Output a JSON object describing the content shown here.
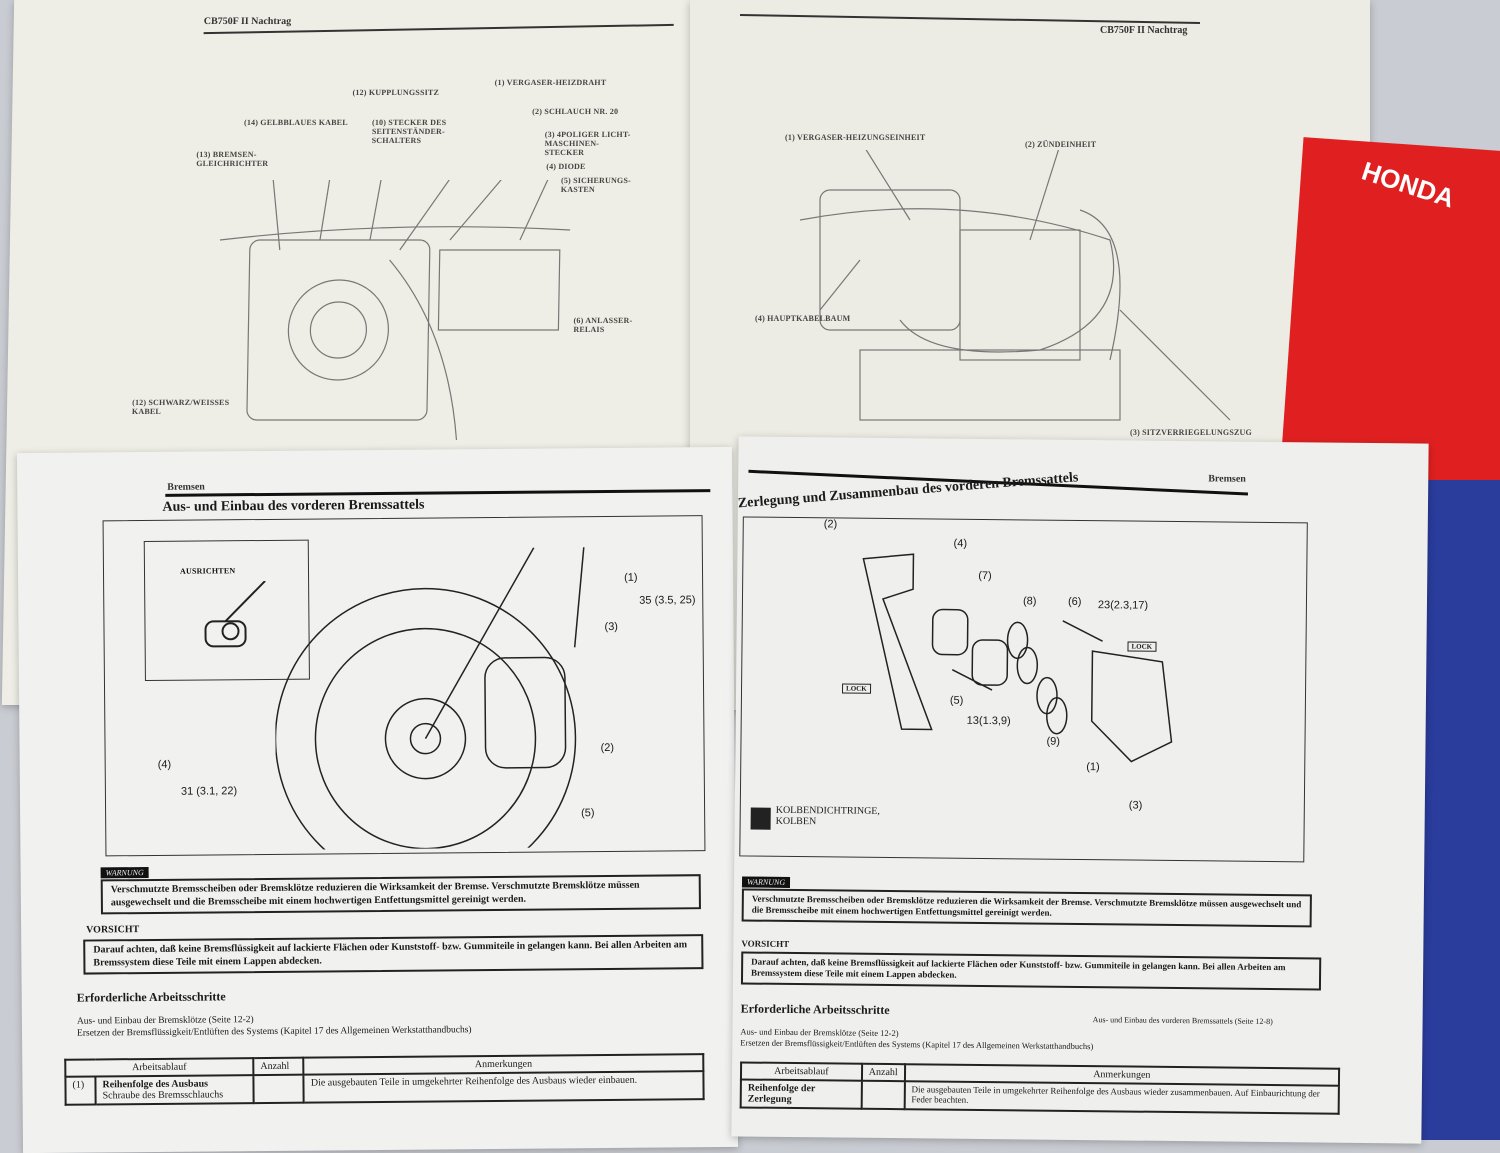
{
  "top_left_page": {
    "header": "CB750F II Nachtrag",
    "callouts": [
      "(1) VERGASER-HEIZDRAHT",
      "(2) SCHLAUCH NR. 20",
      "(3) 4POLIGER LICHT-\nMASCHINEN-\nSTECKER",
      "(4) DIODE",
      "(5) SICHERUNGS-\nKASTEN",
      "(6) ANLASSER-\nRELAIS",
      "(12) KUPPLUNGSSITZ",
      "(14) GELBBLAUES KABEL",
      "(10) STECKER DES\nSEITENSTÄNDER-\nSCHALTERS",
      "(13) BREMSEN-\nGLEICHRICHTER",
      "(12) SCHWARZ/WEISSES\nKABEL"
    ]
  },
  "top_right_page": {
    "header": "CB750F II Nachtrag",
    "callouts": [
      "(1) VERGASER-HEIZUNGSEINHEIT",
      "(2) ZÜNDEINHEIT",
      "(4) HAUPTKABELBAUM",
      "(3) SITZVERRIEGELUNGSZUG"
    ]
  },
  "bottom_left_page": {
    "section": "Bremsen",
    "title": "Aus- und Einbau des vorderen Bremssattels",
    "inset_label": "AUSRICHTEN",
    "callouts": [
      "(1)",
      "35 (3.5, 25)",
      "(3)",
      "(2)",
      "(4)",
      "31 (3.1, 22)",
      "(5)"
    ],
    "warning_badge": "WARNUNG",
    "warning_text": "Verschmutzte Bremsscheiben oder Bremsklötze reduzieren die Wirksamkeit der Bremse. Verschmutzte Bremsklötze müssen ausgewechselt und die Bremsscheibe mit einem hochwertigen Entfettungsmittel gereinigt werden.",
    "caution_label": "VORSICHT",
    "caution_text": "Darauf achten, daß keine Bremsflüssigkeit auf lackierte Flächen oder Kunststoff- bzw. Gummiteile in gelangen kann. Bei allen Arbeiten am Bremssystem diese Teile mit einem Lappen abdecken.",
    "steps_title": "Erforderliche Arbeitsschritte",
    "steps": [
      "Aus- und Einbau der Bremsklötze (Seite 12-2)",
      "Ersetzen der Bremsflüssigkeit/Entlüften des Systems (Kapitel 17 des Allgemeinen Werkstatthandbuchs)"
    ],
    "table": {
      "headers": [
        "Arbeitsablauf",
        "Anzahl",
        "Anmerkungen"
      ],
      "subheader": "Reihenfolge des Ausbaus",
      "row_num": "(1)",
      "row_item": "Schraube des Bremsschlauchs",
      "remark": "Die ausgebauten Teile in umgekehrter Reihenfolge des Ausbaus wieder einbauen."
    }
  },
  "bottom_right_page": {
    "section": "Bremsen",
    "title": "Zerlegung und Zusammenbau des vorderen Bremssattels",
    "callouts": [
      "(2)",
      "(4)",
      "(7)",
      "(8)",
      "(6)",
      "23(2.3,17)",
      "(5)",
      "13(1.3,9)",
      "(9)",
      "(1)",
      "(3)"
    ],
    "lock_label": "LOCK",
    "legend_text": "KOLBENDICHTRINGE,\nKOLBEN",
    "warning_badge": "WARNUNG",
    "warning_text": "Verschmutzte Bremsscheiben oder Bremsklötze reduzieren die Wirksamkeit der Bremse. Verschmutzte Bremsklötze müssen ausgewechselt und die Bremsscheibe mit einem hochwertigen Entfettungsmittel gereinigt werden.",
    "caution_label": "VORSICHT",
    "caution_text": "Darauf achten, daß keine Bremsflüssigkeit auf lackierte Flächen oder Kunststoff- bzw. Gummiteile in gelangen kann. Bei allen Arbeiten am Bremssystem diese Teile mit einem Lappen abdecken.",
    "steps_title": "Erforderliche Arbeitsschritte",
    "steps": [
      "Aus- und Einbau der Bremsklötze (Seite 12-2)",
      "Ersetzen der Bremsflüssigkeit/Entlüften des Systems (Kapitel 17 des Allgemeinen Werkstatthandbuchs)",
      "Aus- und Einbau des vorderen Bremssattels (Seite 12-8)"
    ],
    "table": {
      "headers": [
        "Arbeitsablauf",
        "Anzahl",
        "Anmerkungen"
      ],
      "subheader": "Reihenfolge der Zerlegung",
      "remark": "Die ausgebauten Teile in umgekehrter Reihenfolge des Ausbaus wieder zusammenbauen. Auf Einbaurichtung der Feder beachten."
    }
  },
  "honda_booklet": {
    "brand": "HONDA",
    "red": "#e02020",
    "blue": "#2a3c9c"
  }
}
